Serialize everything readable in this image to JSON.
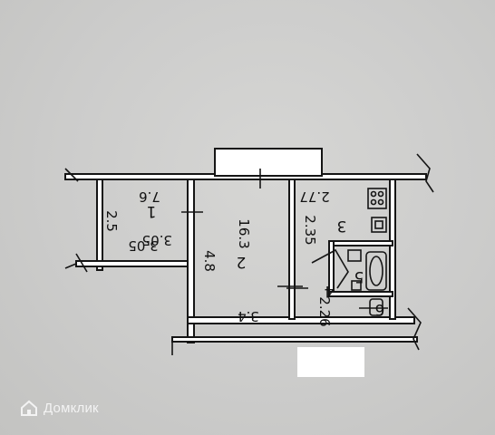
{
  "plan": {
    "rooms": [
      {
        "id": "1",
        "number": "1",
        "area": "7.6",
        "width": "3.05",
        "depth": "2.5"
      },
      {
        "id": "2",
        "number": "2",
        "area": "16.3",
        "width": "3.4",
        "depth": "4.8"
      },
      {
        "id": "3",
        "number": "3",
        "width": "2.77",
        "depth": "2.35"
      },
      {
        "id": "4",
        "number": "4",
        "width": "2.26"
      },
      {
        "id": "5",
        "number": "5"
      },
      {
        "id": "6",
        "number": "6"
      }
    ]
  },
  "watermark": {
    "brand": "Домклик"
  },
  "colors": {
    "paper": "#cfcfcd",
    "wall": "#151515",
    "watermark": "#f3f3f3"
  }
}
